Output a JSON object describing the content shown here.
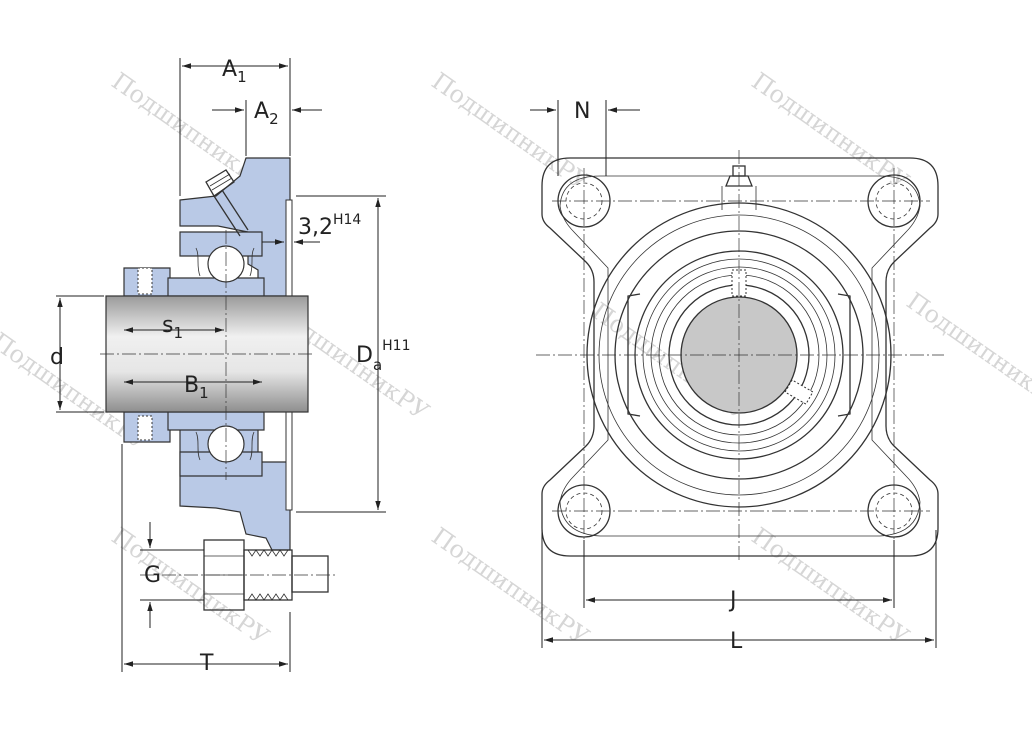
{
  "labels": {
    "A1": "A",
    "A1_sub": "1",
    "A2": "A",
    "A2_sub": "2",
    "clearance": "3,2",
    "clearance_tol": "H14",
    "Da": "D",
    "Da_sub": "a",
    "Da_tol": "H11",
    "d": "d",
    "s1": "s",
    "s1_sub": "1",
    "B1": "B",
    "B1_sub": "1",
    "G": "G",
    "T": "T",
    "N": "N",
    "J": "J",
    "L": "L"
  },
  "watermark": "ПодшипникРУ",
  "colors": {
    "housing_blue": "#b9c9e6",
    "line": "#333333",
    "shaft_gray": "#c8c8c8",
    "watermark": "#d6d6d6"
  }
}
